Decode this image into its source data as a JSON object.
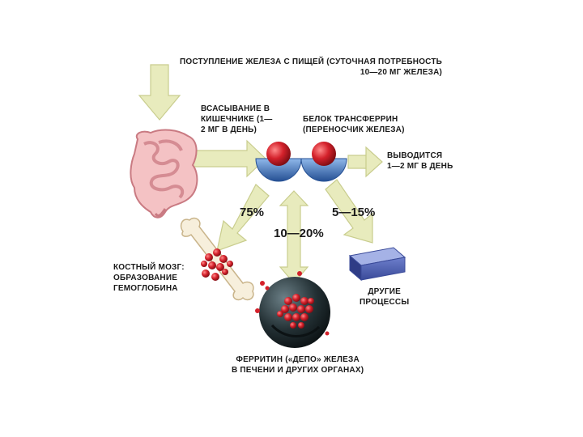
{
  "labels": {
    "intake": [
      "ПОСТУПЛЕНИЕ ЖЕЛЕЗА С ПИЩЕЙ (СУТОЧНАЯ ПОТРЕБНОСТЬ",
      "10—20 МГ ЖЕЛЕЗА)"
    ],
    "absorption": [
      "ВСАСЫВАНИЕ В",
      "КИШЕЧНИКЕ (1—",
      "2 МГ В ДЕНЬ)"
    ],
    "transferrin": [
      "БЕЛОК ТРАНСФЕРРИН",
      "(ПЕРЕНОСЧИК ЖЕЛЕЗА)"
    ],
    "excretion": [
      "ВЫВОДИТСЯ",
      "1—2 МГ В ДЕНЬ"
    ],
    "marrow": [
      "КОСТНЫЙ МОЗГ:",
      "ОБРАЗОВАНИЕ",
      "ГЕМОГЛОБИНА"
    ],
    "other": [
      "ДРУГИЕ",
      "ПРОЦЕССЫ"
    ],
    "ferritin": [
      "ФЕРРИТИН («ДЕПО» ЖЕЛЕЗА",
      "В ПЕЧЕНИ И ДРУГИХ ОРГАНАХ)"
    ]
  },
  "percentages": {
    "marrow": "75%",
    "ferritin": "10—20%",
    "other": "5—15%"
  },
  "colors": {
    "arrow": "#e8ebbd",
    "arrow_edge": "#c9cd8e",
    "intestine": "#f2b3b8",
    "iron_ball": "#d4212b",
    "transferrin_cup": "#3e7bc4",
    "box": "#5a6ab8",
    "bone": "#f5ecd8",
    "ferritin_shell": "#1f2a2e"
  },
  "icons": [
    "intestine-icon",
    "transferrin-molecule-icon",
    "bone-icon",
    "ferritin-sphere-icon",
    "other-processes-box-icon"
  ]
}
